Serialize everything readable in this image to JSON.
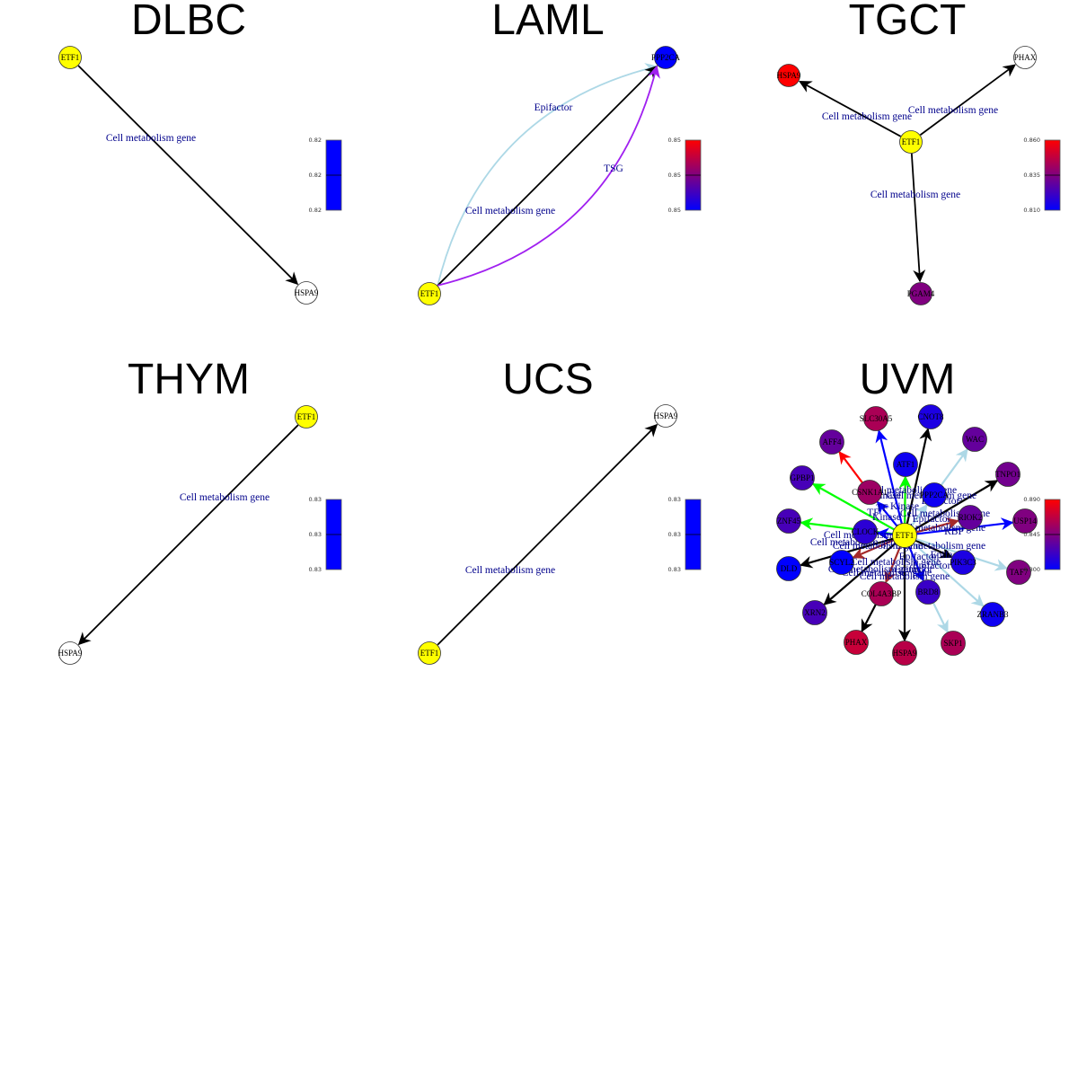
{
  "figure": {
    "description": "Six gene interaction network panels (one per cancer type) centred on ETF1, with edge categories and a node-colour scale bar",
    "node_color_scale": {
      "low": "#0000ff",
      "mid": "#800080",
      "high": "#ff0000"
    },
    "hub_color": "#ffff00",
    "edge_colors": {
      "Cell metabolism gene": "#000000",
      "Epifactor": "#add8e6",
      "TSG": "#a020f0",
      "Kinase": "#ff0000",
      "Transcription factor": "#00ff00",
      "RNA binding": "#0000ff",
      "Other": "#a52a2a"
    }
  },
  "panels": [
    {
      "id": "dlbc",
      "title": "DLBC",
      "colorbar": {
        "ticks": [
          "0.82",
          "0.82",
          "0.82"
        ],
        "range": [
          0.82,
          0.82
        ],
        "flat": true
      },
      "nodes": [
        {
          "id": "ETF1",
          "label": "ETF1",
          "hub": true
        },
        {
          "id": "HSPA9",
          "label": "HSPA9",
          "blank": true
        }
      ],
      "edges": [
        {
          "from": "ETF1",
          "to": "HSPA9",
          "type": "Cell metabolism gene",
          "label": "Cell metabolism gene"
        }
      ]
    },
    {
      "id": "laml",
      "title": "LAML",
      "colorbar": {
        "ticks": [
          "0.85",
          "0.85",
          "0.85"
        ],
        "range": [
          0.85,
          0.85
        ]
      },
      "nodes": [
        {
          "id": "ETF1",
          "label": "ETF1",
          "hub": true
        },
        {
          "id": "PPP2CA",
          "label": "PPP2CA",
          "value": 0.85
        }
      ],
      "edges": [
        {
          "from": "ETF1",
          "to": "PPP2CA",
          "type": "Epifactor",
          "label": "Epifactor",
          "curve": -1
        },
        {
          "from": "ETF1",
          "to": "PPP2CA",
          "type": "Cell metabolism gene",
          "label": "Cell metabolism gene",
          "curve": 0
        },
        {
          "from": "ETF1",
          "to": "PPP2CA",
          "type": "TSG",
          "label": "TSG",
          "curve": 1
        }
      ]
    },
    {
      "id": "tgct",
      "title": "TGCT",
      "colorbar": {
        "ticks": [
          "0.860",
          "0.835",
          "0.810"
        ],
        "range": [
          0.81,
          0.86
        ]
      },
      "nodes": [
        {
          "id": "ETF1",
          "label": "ETF1",
          "hub": true
        },
        {
          "id": "HSPA9",
          "label": "HSPA9",
          "value": 0.86
        },
        {
          "id": "PHAX",
          "label": "PHAX",
          "blank": true
        },
        {
          "id": "PGAM4",
          "label": "PGAM4",
          "value": 0.835
        }
      ],
      "edges": [
        {
          "from": "ETF1",
          "to": "HSPA9",
          "type": "Cell metabolism gene",
          "label": "Cell metabolism gene"
        },
        {
          "from": "ETF1",
          "to": "PHAX",
          "type": "Cell metabolism gene",
          "label": "Cell metabolism gene"
        },
        {
          "from": "ETF1",
          "to": "PGAM4",
          "type": "Cell metabolism gene",
          "label": "Cell metabolism gene"
        }
      ]
    },
    {
      "id": "thym",
      "title": "THYM",
      "colorbar": {
        "ticks": [
          "0.83",
          "0.83",
          "0.83"
        ],
        "range": [
          0.83,
          0.83
        ],
        "flat": true
      },
      "nodes": [
        {
          "id": "ETF1",
          "label": "ETF1",
          "hub": true
        },
        {
          "id": "HSPA9",
          "label": "HSPA9",
          "blank": true
        }
      ],
      "edges": [
        {
          "from": "ETF1",
          "to": "HSPA9",
          "type": "Cell metabolism gene",
          "label": "Cell metabolism gene"
        }
      ]
    },
    {
      "id": "ucs",
      "title": "UCS",
      "colorbar": {
        "ticks": [
          "0.83",
          "0.83",
          "0.83"
        ],
        "range": [
          0.83,
          0.83
        ],
        "flat": true
      },
      "nodes": [
        {
          "id": "ETF1",
          "label": "ETF1",
          "hub": true
        },
        {
          "id": "HSPA9",
          "label": "HSPA9",
          "blank": true
        }
      ],
      "edges": [
        {
          "from": "ETF1",
          "to": "HSPA9",
          "type": "Cell metabolism gene",
          "label": "Cell metabolism gene"
        }
      ]
    },
    {
      "id": "uvm",
      "title": "UVM",
      "colorbar": {
        "ticks": [
          "0.890",
          "0.845",
          "0.800"
        ],
        "range": [
          0.8,
          0.89
        ]
      },
      "nodes": [
        {
          "id": "ETF1",
          "label": "ETF1",
          "hub": true
        },
        {
          "id": "SLC30A5",
          "label": "SLC30A5",
          "value": 0.86
        },
        {
          "id": "CNOT8",
          "label": "CNOT8",
          "value": 0.81
        },
        {
          "id": "AFF4",
          "label": "AFF4",
          "value": 0.835
        },
        {
          "id": "WAC",
          "label": "WAC",
          "value": 0.835
        },
        {
          "id": "ATF1",
          "label": "ATF1",
          "value": 0.805
        },
        {
          "id": "GPBP1",
          "label": "GPBP1",
          "value": 0.825
        },
        {
          "id": "TNPO1",
          "label": "TNPO1",
          "value": 0.84
        },
        {
          "id": "CSNK1A1",
          "label": "CSNK1A1",
          "value": 0.855
        },
        {
          "id": "PPP2CA",
          "label": "PPP2CA",
          "value": 0.805
        },
        {
          "id": "RIOK2",
          "label": "RIOK2",
          "value": 0.835
        },
        {
          "id": "ZNF45",
          "label": "ZNF45",
          "value": 0.825
        },
        {
          "id": "USP14",
          "label": "USP14",
          "value": 0.845
        },
        {
          "id": "CLOCK",
          "label": "CLOCK",
          "value": 0.815
        },
        {
          "id": "SCYL2",
          "label": "SCYL2",
          "value": 0.8
        },
        {
          "id": "PIK3C3",
          "label": "PIK3C3",
          "value": 0.81
        },
        {
          "id": "DLD",
          "label": "DLD",
          "value": 0.8
        },
        {
          "id": "TAF7",
          "label": "TAF7",
          "value": 0.845
        },
        {
          "id": "COL4A3BP",
          "label": "COL4A3BP",
          "value": 0.86
        },
        {
          "id": "BRD8",
          "label": "BRD8",
          "value": 0.82
        },
        {
          "id": "XRN2",
          "label": "XRN2",
          "value": 0.825
        },
        {
          "id": "ZRANB3",
          "label": "ZRANB3",
          "value": 0.805
        },
        {
          "id": "PHAX",
          "label": "PHAX",
          "value": 0.87
        },
        {
          "id": "HSPA9",
          "label": "HSPA9",
          "value": 0.865
        },
        {
          "id": "SKP1",
          "label": "SKP1",
          "value": 0.86
        }
      ],
      "edges": [
        {
          "from": "ETF1",
          "to": "SLC30A5",
          "type": "RNA binding",
          "label": "Cell metabolism gene"
        },
        {
          "from": "ETF1",
          "to": "CNOT8",
          "type": "Cell metabolism gene",
          "label": "Cell metabolism gene"
        },
        {
          "from": "CSNK1A1",
          "to": "AFF4",
          "type": "Kinase",
          "label": "Kinase"
        },
        {
          "from": "ETF1",
          "to": "WAC",
          "type": "Epifactor",
          "label": "Epifactor"
        },
        {
          "from": "ETF1",
          "to": "ATF1",
          "type": "Kinase",
          "label": "Kinase"
        },
        {
          "from": "ETF1",
          "to": "ATF1",
          "type": "Transcription factor",
          "label": "TF"
        },
        {
          "from": "ETF1",
          "to": "GPBP1",
          "type": "Transcription factor",
          "label": "TF"
        },
        {
          "from": "ETF1",
          "to": "TNPO1",
          "type": "Cell metabolism gene",
          "label": "Cell metabolism gene"
        },
        {
          "from": "ETF1",
          "to": "CSNK1A1",
          "type": "RNA binding",
          "label": "Kinase"
        },
        {
          "from": "ETF1",
          "to": "PPP2CA",
          "type": "Epifactor",
          "label": "Epifactor"
        },
        {
          "from": "ETF1",
          "to": "RIOK2",
          "type": "Other",
          "label": "Cell metabolism gene"
        },
        {
          "from": "ETF1",
          "to": "ZNF45",
          "type": "Transcription factor",
          "label": "TF"
        },
        {
          "from": "ETF1",
          "to": "USP14",
          "type": "RNA binding",
          "label": "RBP"
        },
        {
          "from": "ETF1",
          "to": "CLOCK",
          "type": "RNA binding",
          "label": "Cell metabolism gene"
        },
        {
          "from": "ETF1",
          "to": "SCYL2",
          "type": "Other",
          "label": "Cell metabolism gene"
        },
        {
          "from": "ETF1",
          "to": "PIK3C3",
          "type": "Cell metabolism gene",
          "label": "Cell metabolism gene"
        },
        {
          "from": "ETF1",
          "to": "DLD",
          "type": "Cell metabolism gene",
          "label": "Cell metabolism gene"
        },
        {
          "from": "ETF1",
          "to": "TAF7",
          "type": "Epifactor",
          "label": "Epifactor"
        },
        {
          "from": "ETF1",
          "to": "COL4A3BP",
          "type": "Other",
          "label": "Cell metabolism gene"
        },
        {
          "from": "ETF1",
          "to": "BRD8",
          "type": "RNA binding",
          "label": "Epifactor"
        },
        {
          "from": "ETF1",
          "to": "XRN2",
          "type": "Cell metabolism gene",
          "label": "Cell metabolism gene"
        },
        {
          "from": "ETF1",
          "to": "ZRANB3",
          "type": "Epifactor",
          "label": "Epifactor"
        },
        {
          "from": "COL4A3BP",
          "to": "PHAX",
          "type": "Cell metabolism gene",
          "label": "Cell metabolism gene"
        },
        {
          "from": "ETF1",
          "to": "HSPA9",
          "type": "Cell metabolism gene",
          "label": "Cell metabolism gene"
        },
        {
          "from": "BRD8",
          "to": "SKP1",
          "type": "Epifactor",
          "label": "Epifactor"
        }
      ]
    }
  ]
}
